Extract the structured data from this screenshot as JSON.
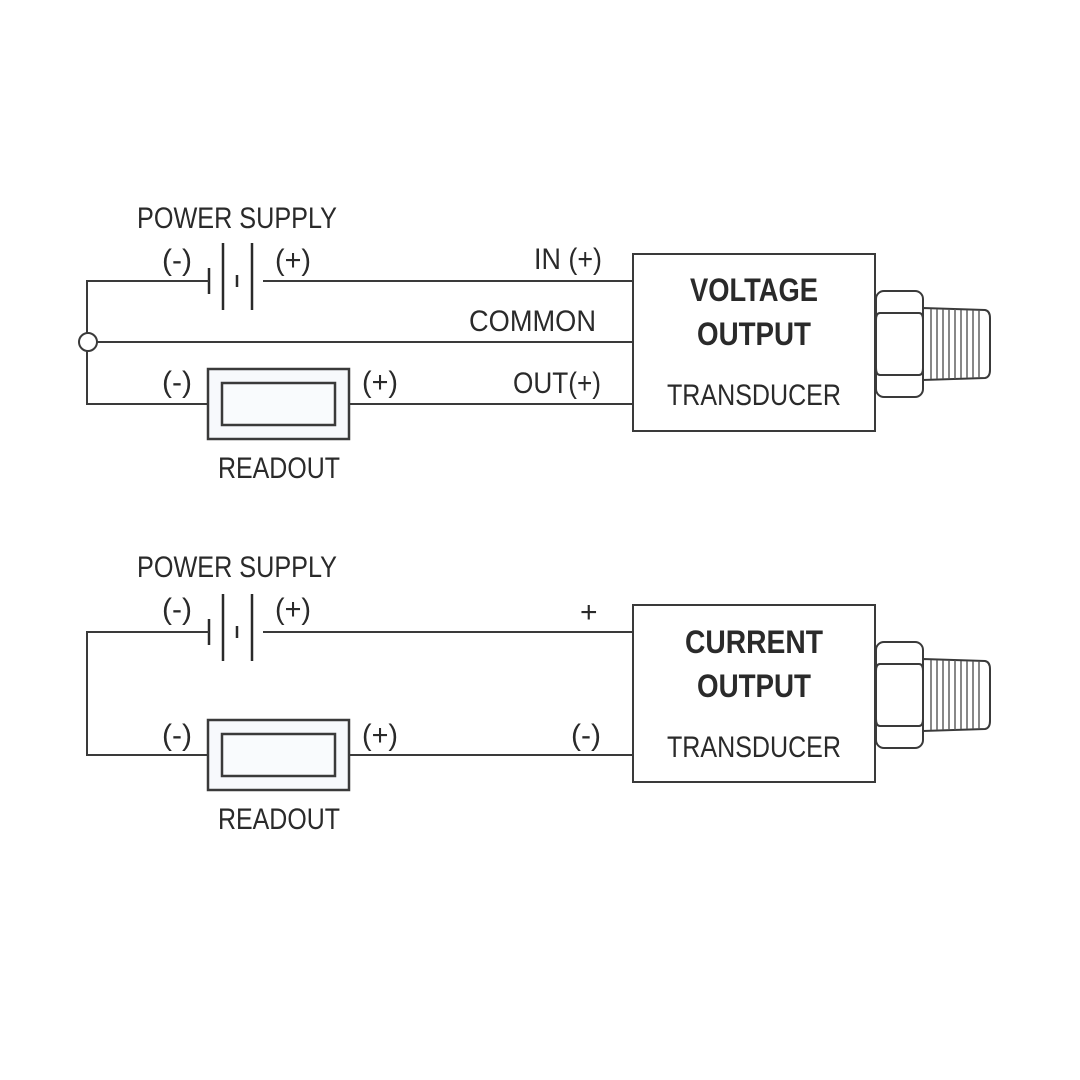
{
  "voltage_circuit": {
    "power_supply_label": "POWER SUPPLY",
    "ps_neg": "(-)",
    "ps_pos": "(+)",
    "in_label": "IN (+)",
    "common_label": "COMMON",
    "out_label": "OUT(+)",
    "readout_neg": "(-)",
    "readout_pos": "(+)",
    "readout_label": "READOUT",
    "transducer_line1": "VOLTAGE",
    "transducer_line2": "OUTPUT",
    "transducer_line3": "TRANSDUCER"
  },
  "current_circuit": {
    "power_supply_label": "POWER SUPPLY",
    "ps_neg": "(-)",
    "ps_pos": "(+)",
    "plus_label": "+",
    "minus_label": "(-)",
    "readout_neg": "(-)",
    "readout_pos": "(+)",
    "readout_label": "READOUT",
    "transducer_line1": "CURRENT",
    "transducer_line2": "OUTPUT",
    "transducer_line3": "TRANSDUCER"
  },
  "colors": {
    "line": "#3a3a3a",
    "text": "#2a2a2a",
    "readout_fill": "#f7f9fc"
  }
}
